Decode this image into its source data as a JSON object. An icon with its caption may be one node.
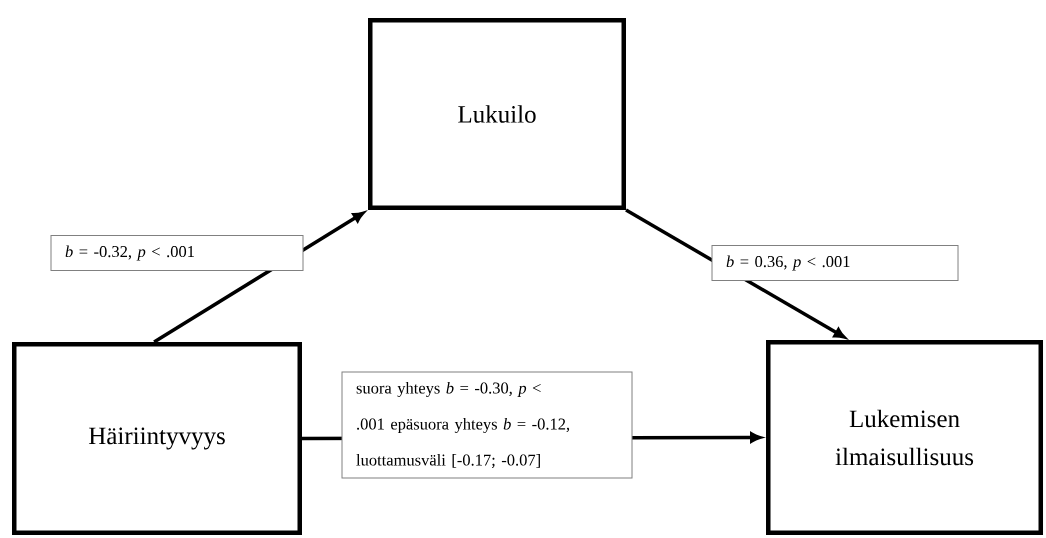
{
  "diagram": {
    "nodes": [
      {
        "text": [
          "Lukuilo"
        ]
      },
      {
        "text": [
          "Häiriintyvyys"
        ]
      },
      {
        "text": [
          "Lukemisen ilmaisullisuus"
        ]
      }
    ],
    "edges": [
      {
        "from": 1,
        "to": 0,
        "arrow": "to",
        "label": "*b* = -0.32, *p* < .001"
      },
      {
        "from": 0,
        "to": 2,
        "arrow": "to",
        "label": "*b* = 0.36, *p* < .001"
      },
      {
        "from": 1,
        "to": 2,
        "arrow": "to",
        "label": "suora yhteys *b* = -0.30, *p* < .001 epäsuora yhteys *b* = -0.12, luottamusväli [-0.17; -0.07]"
      }
    ]
  }
}
